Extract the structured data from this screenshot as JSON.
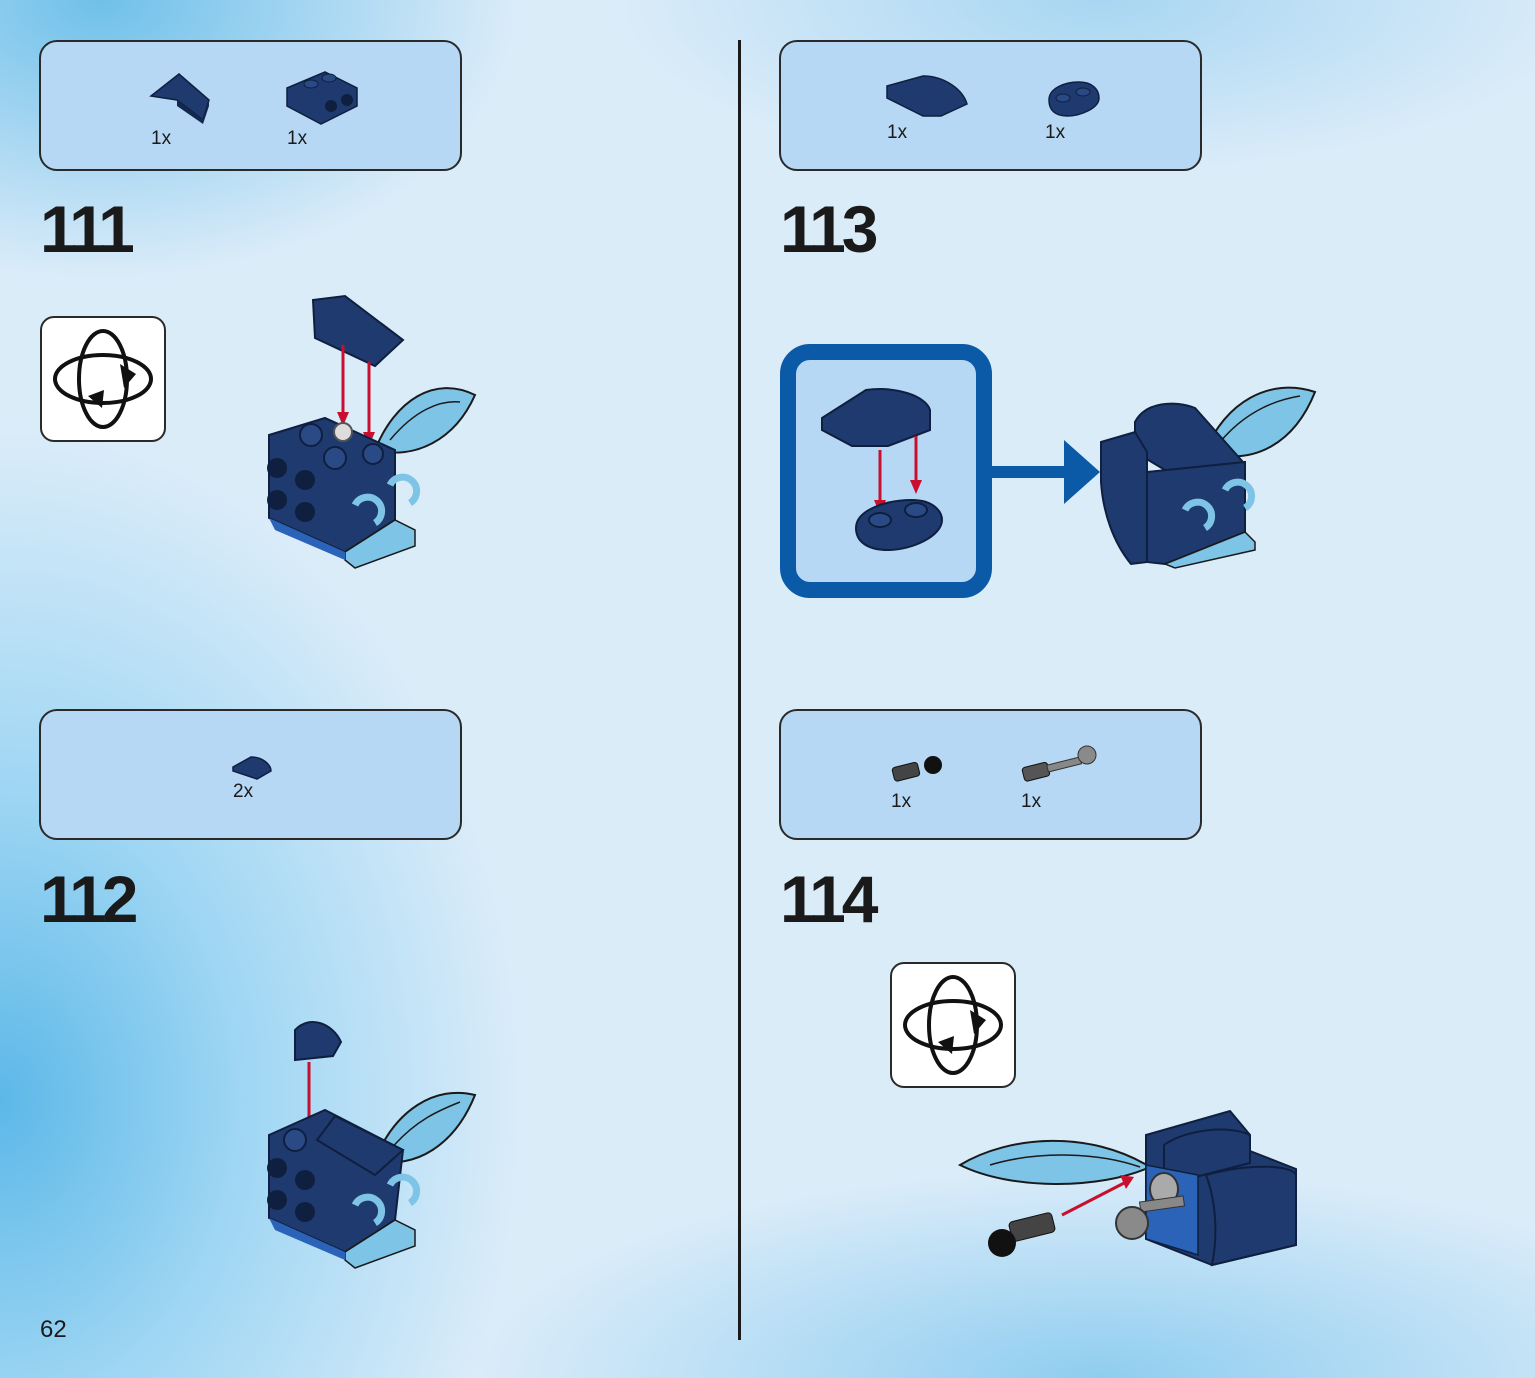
{
  "page_number": "62",
  "colors": {
    "dark_blue": "#1f3a6e",
    "dark_blue_shadow": "#0f1f3f",
    "medium_blue": "#2a63b8",
    "light_blue_trans": "#7ec4e6",
    "red_arrow": "#c8102e",
    "callout_blue": "#0a5aa8",
    "panel_bg": "#b6d8f4"
  },
  "steps": [
    {
      "number": "111",
      "parts": [
        {
          "icon": "slope-brick-icon",
          "qty": "1x"
        },
        {
          "icon": "bracket-plate-icon",
          "qty": "1x"
        }
      ],
      "rotate": true
    },
    {
      "number": "112",
      "parts": [
        {
          "icon": "round-tile-quarter-icon",
          "qty": "2x"
        }
      ],
      "rotate": false
    },
    {
      "number": "113",
      "parts": [
        {
          "icon": "curved-slope-icon",
          "qty": "1x"
        },
        {
          "icon": "plate-1x2-round-icon",
          "qty": "1x"
        }
      ],
      "rotate": false,
      "sub_assembly": true
    },
    {
      "number": "114",
      "parts": [
        {
          "icon": "ball-joint-pin-icon",
          "qty": "1x"
        },
        {
          "icon": "ball-axle-icon",
          "qty": "1x"
        }
      ],
      "rotate": true
    }
  ]
}
